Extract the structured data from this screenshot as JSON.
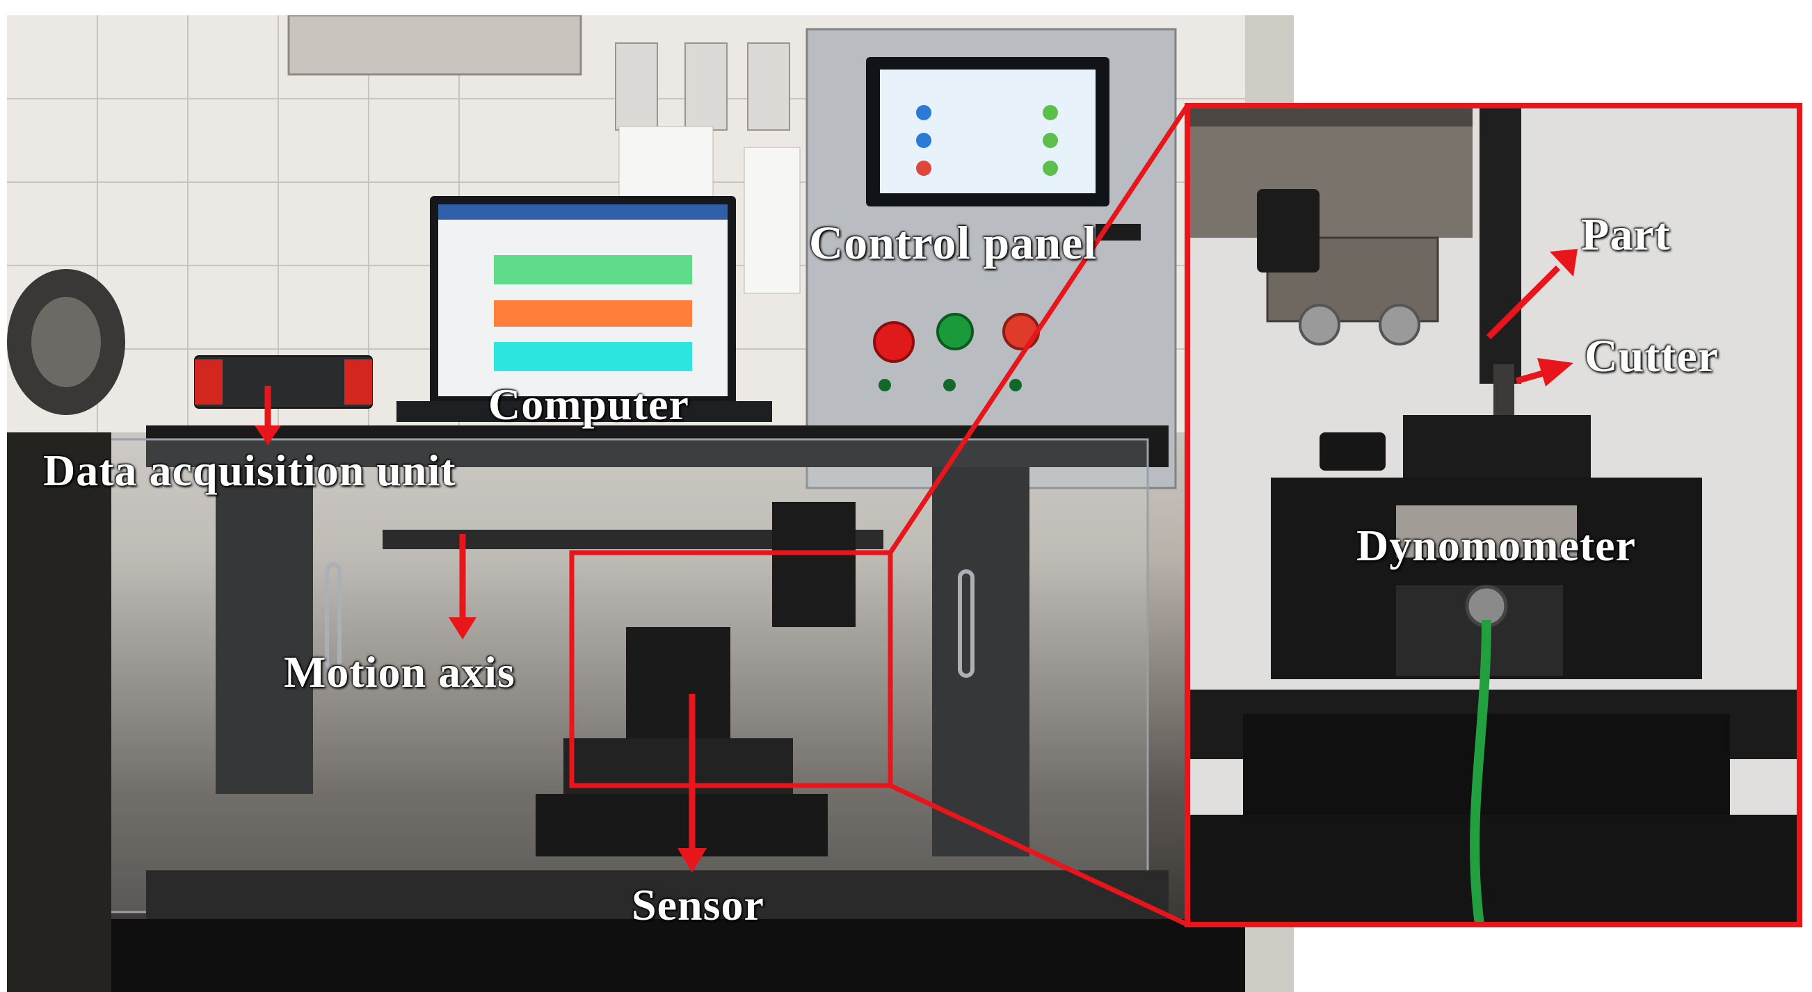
{
  "labels": {
    "control_panel": "Control panel",
    "computer": "Computer",
    "data_acquisition": "Data acquisition unit",
    "motion_axis": "Motion axis",
    "sensor": "Sensor",
    "part": "Part",
    "cutter": "Cutter",
    "dynamometer": "Dynomometer"
  },
  "colors": {
    "accent": "#e8161b",
    "label_text": "#ffffff",
    "screen_green": "#5fdc8a",
    "screen_orange": "#ff7f3a",
    "screen_cyan": "#2ee6e0",
    "button_red": "#e01a1a",
    "button_green": "#1a9a3a",
    "cable_green": "#22a040"
  }
}
